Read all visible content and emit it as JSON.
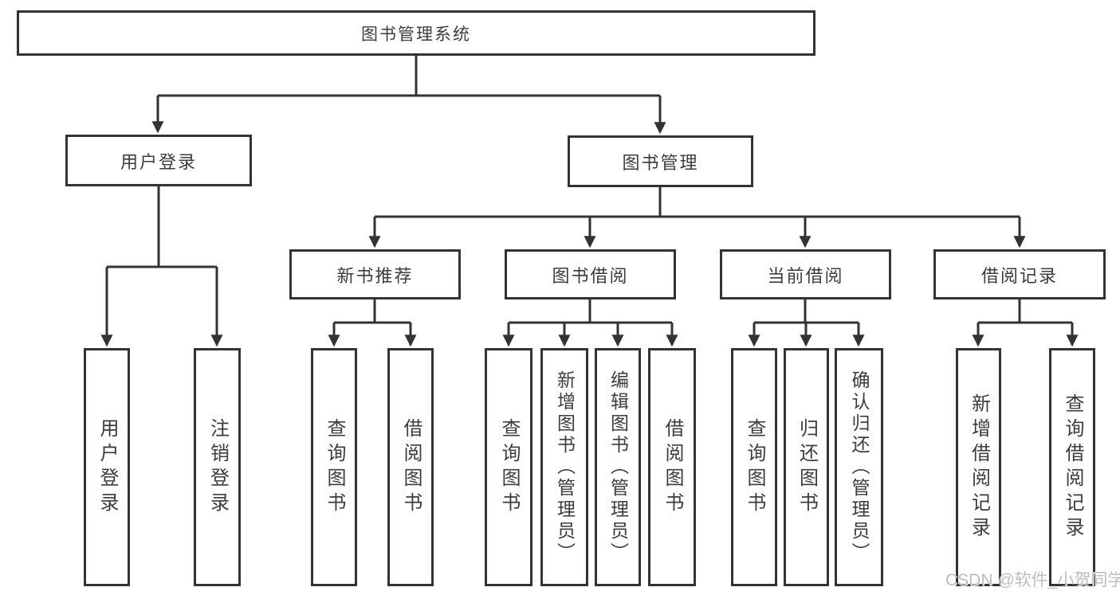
{
  "diagram": {
    "type": "hierarchy-tree",
    "root": {
      "label": "图书管理系统"
    },
    "branches": [
      {
        "label": "用户登录",
        "children": [
          {
            "label": "用户登录"
          },
          {
            "label": "注销登录"
          }
        ]
      },
      {
        "label": "图书管理",
        "children": [
          {
            "label": "新书推荐",
            "children": [
              {
                "label": "查询图书"
              },
              {
                "label": "借阅图书"
              }
            ]
          },
          {
            "label": "图书借阅",
            "children": [
              {
                "label": "查询图书"
              },
              {
                "label": "新增图书（管理员）"
              },
              {
                "label": "编辑图书（管理员）"
              },
              {
                "label": "借阅图书"
              }
            ]
          },
          {
            "label": "当前借阅",
            "children": [
              {
                "label": "查询图书"
              },
              {
                "label": "归还图书"
              },
              {
                "label": "确认归还（管理员）"
              }
            ]
          },
          {
            "label": "借阅记录",
            "children": [
              {
                "label": "新增借阅记录"
              },
              {
                "label": "查询借阅记录"
              }
            ]
          }
        ]
      }
    ]
  },
  "watermark": {
    "text": "CSDN @软件_小贺同学",
    "color": "#bdbdbd"
  },
  "colors": {
    "background": "#ffffff",
    "line": "#333333",
    "box_border": "#333333",
    "text": "#3c3c3c"
  }
}
